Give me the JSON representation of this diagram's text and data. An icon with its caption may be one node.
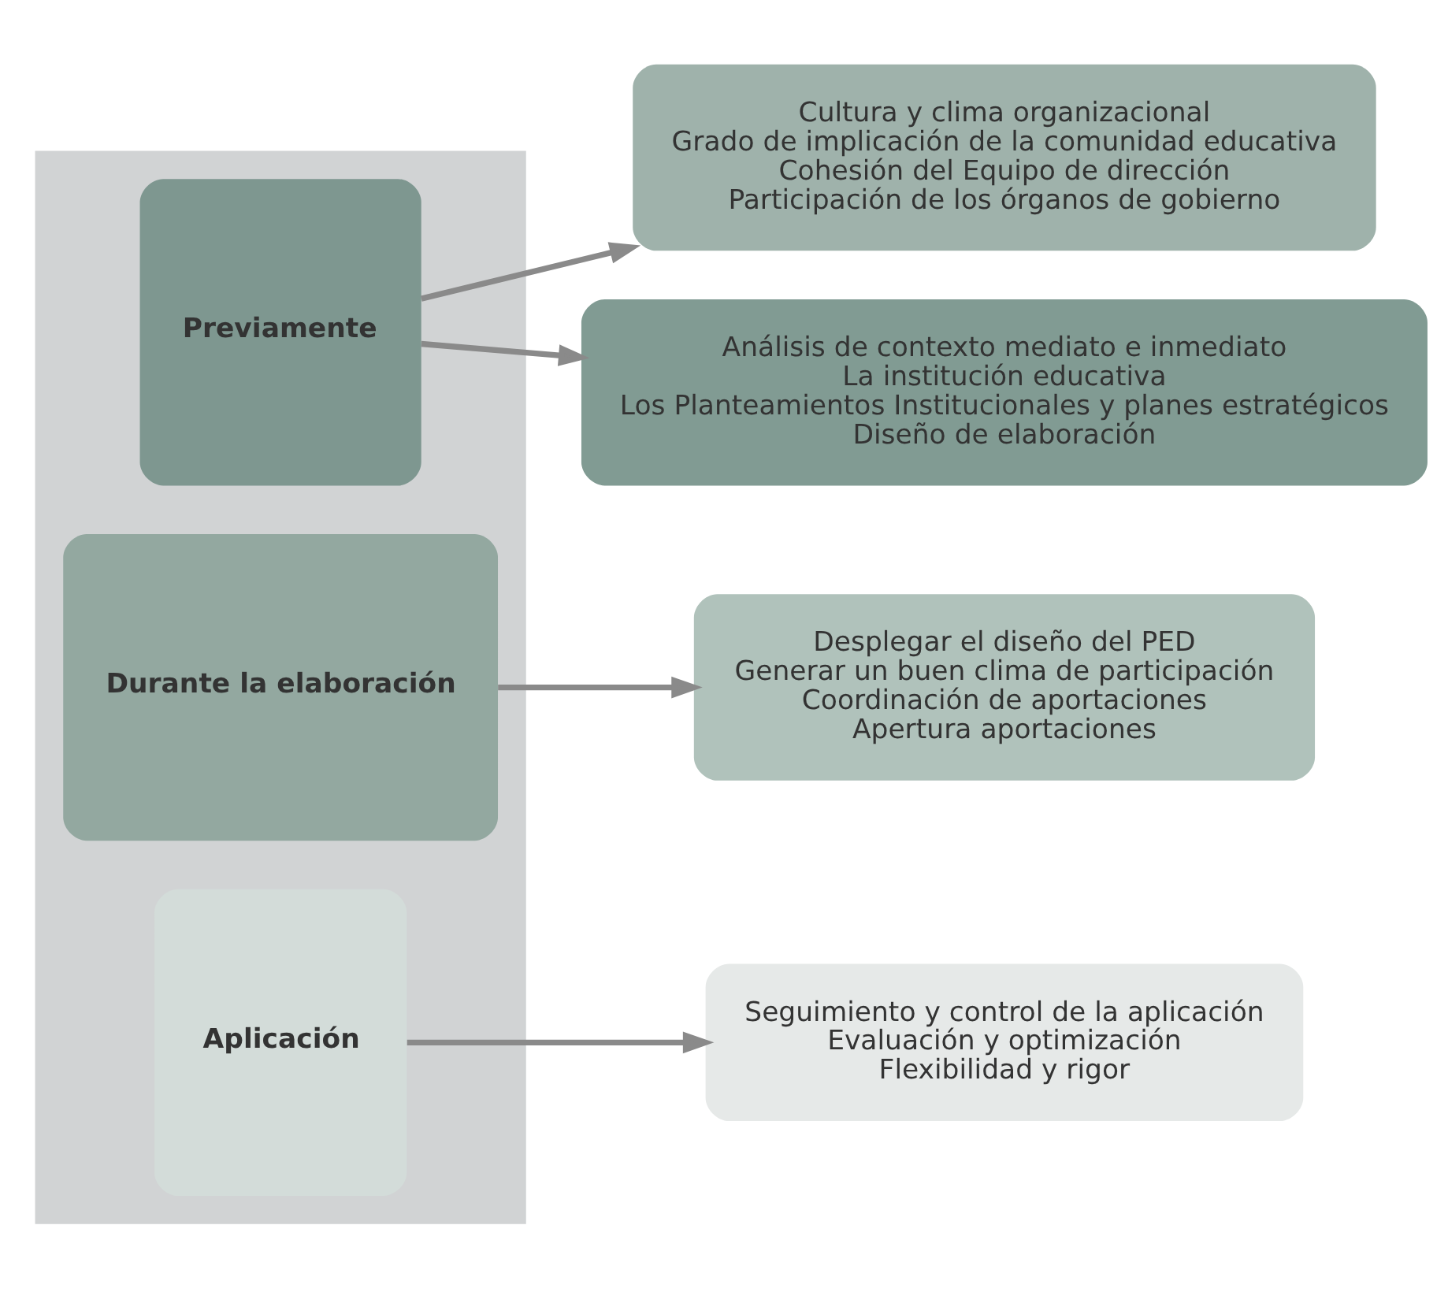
{
  "diagram": {
    "nodes": [
      {
        "text": [],
        "shape": "box"
      },
      {
        "text": [
          "Previamente"
        ],
        "in": 0
      },
      {
        "text": [
          "Durante la elaboración"
        ],
        "in": 0
      },
      {
        "text": [
          "Aplicación"
        ],
        "in": 0
      },
      {
        "text": [
          "Cultura y clima organizacional",
          "Grado de implicación de la comunidad educativa",
          "Cohesión del Equipo de dirección",
          "Participación de los órganos de gobierno"
        ]
      },
      {
        "text": [
          "Análisis de contexto mediato e inmediato",
          "La institución educativa",
          "Los Planteamientos Institucionales y planes estratégicos",
          "Diseño de elaboración"
        ]
      },
      {
        "text": [
          "Desplegar el diseño del PED",
          "Generar un buen clima de participación",
          "Coordinación de aportaciones",
          "Apertura aportaciones"
        ]
      },
      {
        "text": [
          "Seguimiento y control de la aplicación",
          "Evaluación y optimización",
          "Flexibilidad y rigor"
        ]
      }
    ],
    "edges": [
      {
        "from": 1,
        "to": 4,
        "arrow": "to"
      },
      {
        "from": 1,
        "to": 5,
        "arrow": "to"
      },
      {
        "from": 2,
        "to": 6,
        "arrow": "to"
      },
      {
        "from": 3,
        "to": 7,
        "arrow": "to"
      }
    ]
  }
}
